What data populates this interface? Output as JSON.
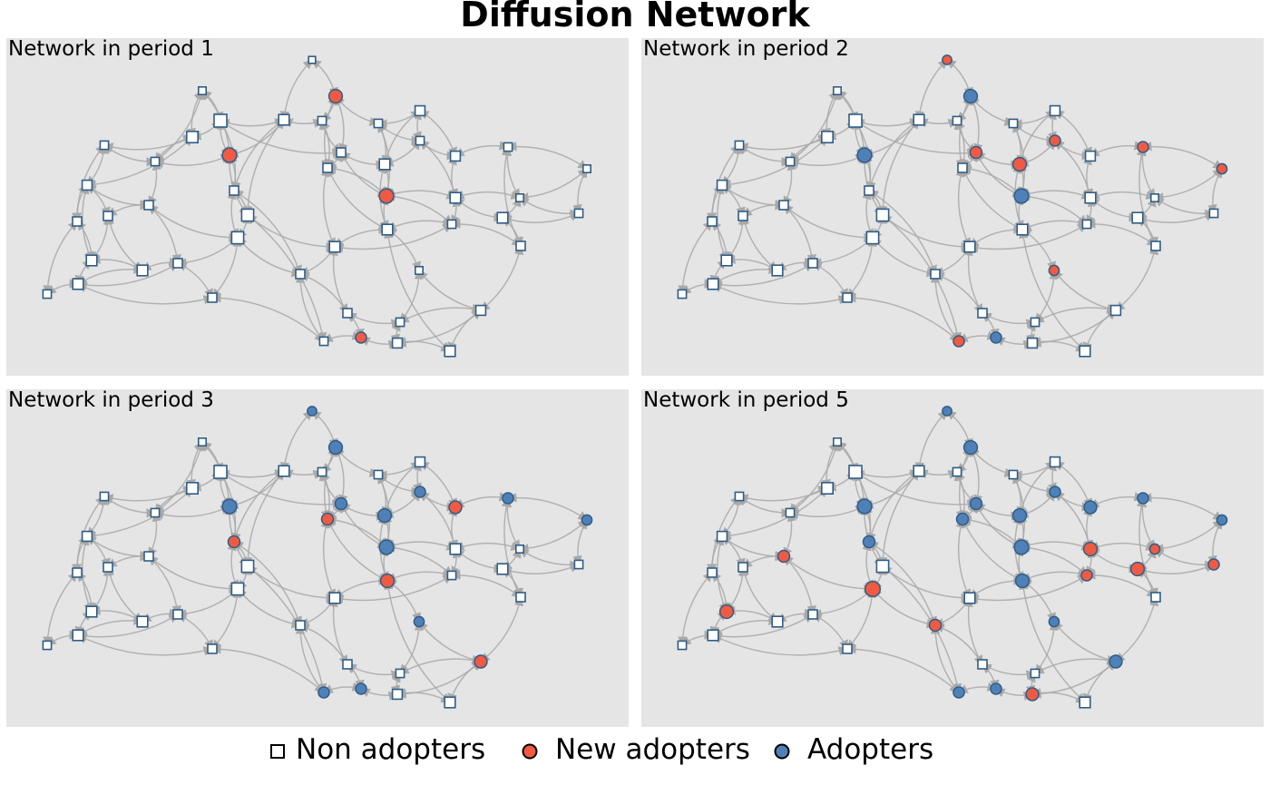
{
  "title": "Diffusion Network",
  "colors": {
    "panel_bg": "#e5e5e5",
    "non_adopter_fill": "#ffffff",
    "new_adopter_fill": "#f05a43",
    "adopter_fill": "#4f81b8",
    "node_stroke": "#2f5d86",
    "edge": "#a9a9a9"
  },
  "legend": {
    "items": [
      {
        "label": "Non adopters",
        "symbol": "square"
      },
      {
        "label": "New adopters",
        "symbol": "circle-new"
      },
      {
        "label": "Adopters",
        "symbol": "circle-adopter"
      }
    ]
  },
  "panels": [
    {
      "label": "Network in period 1",
      "new": [
        4,
        11,
        18,
        47
      ],
      "adopters": []
    },
    {
      "label": "Network in period 2",
      "new": [
        0,
        12,
        13,
        15,
        17,
        19,
        39,
        46
      ],
      "adopters": [
        4,
        11,
        18,
        47
      ]
    },
    {
      "label": "Network in period 3",
      "new": [
        14,
        16,
        21,
        30,
        45
      ],
      "adopters": [
        0,
        4,
        11,
        12,
        13,
        15,
        17,
        18,
        19,
        39,
        47,
        46
      ]
    },
    {
      "label": "Network in period 5",
      "new": [
        22,
        23,
        24,
        28,
        29,
        31,
        32,
        35,
        38,
        48
      ],
      "adopters": [
        0,
        4,
        11,
        12,
        13,
        14,
        15,
        16,
        17,
        18,
        19,
        21,
        30,
        39,
        45,
        46,
        47
      ]
    }
  ],
  "network": {
    "nodes": [
      [
        344,
        66,
        0.7
      ],
      [
        223,
        100,
        0.8
      ],
      [
        243,
        133,
        1.5
      ],
      [
        313,
        132,
        1.2
      ],
      [
        370,
        106,
        1.2
      ],
      [
        463,
        122,
        1.1
      ],
      [
        212,
        151,
        1.3
      ],
      [
        355,
        133,
        0.9
      ],
      [
        417,
        136,
        0.9
      ],
      [
        115,
        160,
        0.9
      ],
      [
        171,
        178,
        0.9
      ],
      [
        253,
        171,
        1.3
      ],
      [
        376,
        168,
        1.0
      ],
      [
        463,
        155,
        0.9
      ],
      [
        361,
        185,
        1.0
      ],
      [
        424,
        181,
        1.2
      ],
      [
        502,
        172,
        1.1
      ],
      [
        560,
        162,
        0.9
      ],
      [
        426,
        216,
        1.3
      ],
      [
        647,
        186,
        0.8
      ],
      [
        96,
        204,
        1.1
      ],
      [
        258,
        210,
        1.0
      ],
      [
        502,
        218,
        1.2
      ],
      [
        573,
        218,
        0.8
      ],
      [
        164,
        226,
        1.0
      ],
      [
        85,
        244,
        1.0
      ],
      [
        119,
        238,
        1.0
      ],
      [
        273,
        237,
        1.4
      ],
      [
        554,
        240,
        1.2
      ],
      [
        498,
        247,
        0.9
      ],
      [
        427,
        253,
        1.2
      ],
      [
        638,
        235,
        0.9
      ],
      [
        262,
        262,
        1.4
      ],
      [
        369,
        272,
        1.2
      ],
      [
        574,
        271,
        1.0
      ],
      [
        101,
        287,
        1.2
      ],
      [
        196,
        290,
        1.0
      ],
      [
        157,
        298,
        1.2
      ],
      [
        331,
        302,
        1.0
      ],
      [
        462,
        298,
        0.8
      ],
      [
        52,
        324,
        0.9
      ],
      [
        86,
        313,
        1.2
      ],
      [
        234,
        328,
        1.0
      ],
      [
        383,
        345,
        1.0
      ],
      [
        441,
        355,
        0.9
      ],
      [
        530,
        342,
        1.1
      ],
      [
        357,
        376,
        0.9
      ],
      [
        398,
        372,
        0.9
      ],
      [
        438,
        378,
        1.1
      ],
      [
        496,
        387,
        1.2
      ]
    ],
    "edges": [
      [
        0,
        4
      ],
      [
        0,
        3
      ],
      [
        4,
        7
      ],
      [
        4,
        8
      ],
      [
        4,
        12
      ],
      [
        4,
        14
      ],
      [
        1,
        2
      ],
      [
        1,
        6
      ],
      [
        1,
        11
      ],
      [
        2,
        3
      ],
      [
        2,
        6
      ],
      [
        2,
        11
      ],
      [
        2,
        21
      ],
      [
        3,
        7
      ],
      [
        3,
        11
      ],
      [
        3,
        27
      ],
      [
        5,
        8
      ],
      [
        5,
        13
      ],
      [
        5,
        16
      ],
      [
        5,
        15
      ],
      [
        6,
        9
      ],
      [
        6,
        10
      ],
      [
        6,
        20
      ],
      [
        7,
        12
      ],
      [
        7,
        14
      ],
      [
        8,
        13
      ],
      [
        8,
        15
      ],
      [
        9,
        10
      ],
      [
        9,
        20
      ],
      [
        9,
        25
      ],
      [
        10,
        24
      ],
      [
        10,
        11
      ],
      [
        11,
        21
      ],
      [
        11,
        27
      ],
      [
        12,
        14
      ],
      [
        12,
        18
      ],
      [
        13,
        15
      ],
      [
        13,
        16
      ],
      [
        14,
        18
      ],
      [
        14,
        33
      ],
      [
        15,
        18
      ],
      [
        15,
        30
      ],
      [
        16,
        17
      ],
      [
        16,
        22
      ],
      [
        17,
        19
      ],
      [
        17,
        23
      ],
      [
        18,
        22
      ],
      [
        18,
        30
      ],
      [
        18,
        29
      ],
      [
        19,
        31
      ],
      [
        19,
        23
      ],
      [
        20,
        25
      ],
      [
        20,
        26
      ],
      [
        20,
        35
      ],
      [
        21,
        27
      ],
      [
        21,
        32
      ],
      [
        22,
        23
      ],
      [
        22,
        28
      ],
      [
        22,
        29
      ],
      [
        23,
        31
      ],
      [
        23,
        28
      ],
      [
        24,
        26
      ],
      [
        24,
        36
      ],
      [
        24,
        32
      ],
      [
        25,
        35
      ],
      [
        25,
        40
      ],
      [
        26,
        35
      ],
      [
        26,
        37
      ],
      [
        27,
        32
      ],
      [
        27,
        33
      ],
      [
        28,
        34
      ],
      [
        28,
        31
      ],
      [
        29,
        34
      ],
      [
        29,
        30
      ],
      [
        30,
        39
      ],
      [
        30,
        33
      ],
      [
        32,
        36
      ],
      [
        32,
        38
      ],
      [
        33,
        38
      ],
      [
        33,
        43
      ],
      [
        34,
        45
      ],
      [
        35,
        41
      ],
      [
        35,
        37
      ],
      [
        36,
        37
      ],
      [
        36,
        42
      ],
      [
        37,
        41
      ],
      [
        38,
        43
      ],
      [
        38,
        46
      ],
      [
        39,
        44
      ],
      [
        39,
        45
      ],
      [
        40,
        41
      ],
      [
        41,
        42
      ],
      [
        42,
        46
      ],
      [
        43,
        44
      ],
      [
        43,
        47
      ],
      [
        44,
        48
      ],
      [
        44,
        45
      ],
      [
        45,
        49
      ],
      [
        46,
        47
      ],
      [
        47,
        48
      ],
      [
        48,
        49
      ],
      [
        30,
        49
      ],
      [
        21,
        38
      ],
      [
        14,
        30
      ],
      [
        27,
        46
      ],
      [
        33,
        29
      ],
      [
        1,
        10
      ],
      [
        12,
        15
      ],
      [
        8,
        18
      ],
      [
        2,
        12
      ],
      [
        32,
        42
      ],
      [
        17,
        34
      ],
      [
        13,
        22
      ],
      [
        3,
        21
      ],
      [
        36,
        41
      ],
      [
        20,
        24
      ],
      [
        45,
        48
      ]
    ]
  }
}
